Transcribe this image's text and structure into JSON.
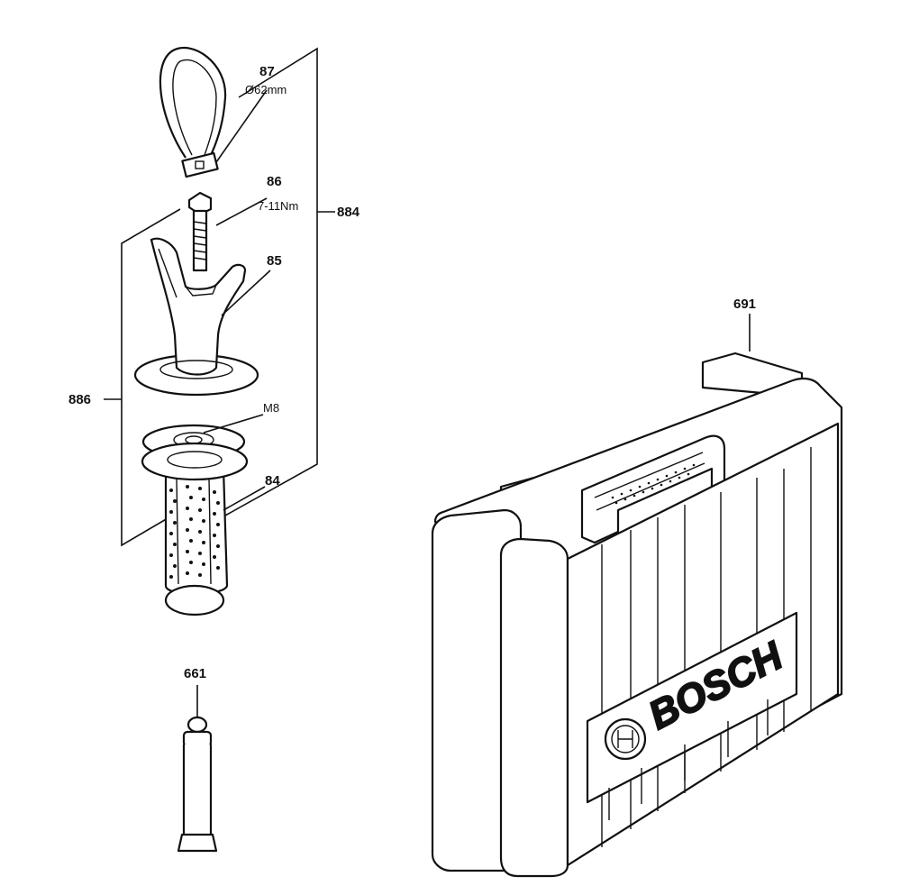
{
  "parts": {
    "p87": {
      "number": "87",
      "spec": "Ø62mm"
    },
    "p86": {
      "number": "86",
      "spec": "7-11Nm"
    },
    "p884": {
      "number": "884"
    },
    "p85": {
      "number": "85"
    },
    "p886": {
      "number": "886"
    },
    "pM8": {
      "number": "M8"
    },
    "p84": {
      "number": "84"
    },
    "p661": {
      "number": "661"
    },
    "p691": {
      "number": "691"
    }
  },
  "case": {
    "brand": "BOSCH"
  }
}
